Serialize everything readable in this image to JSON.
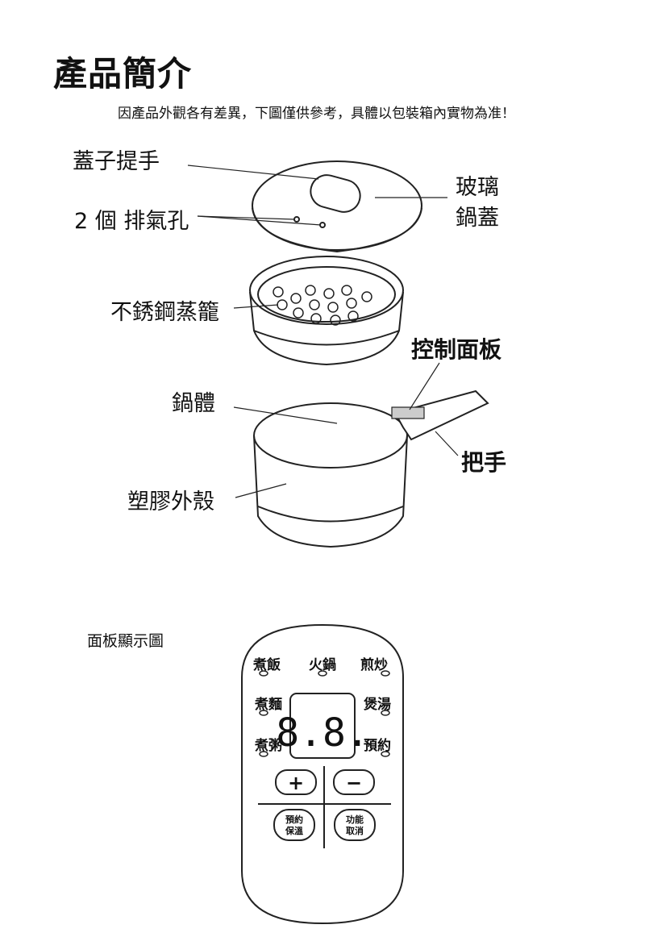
{
  "title": "產品簡介",
  "subtitle": "因產品外觀各有差異，下圖僅供參考，具體以包裝箱內實物為准！",
  "parts": {
    "lid_handle": "蓋子提手",
    "vent_holes": "2 個 排氣孔",
    "glass_lid_line1": "玻璃",
    "glass_lid_line2": "鍋蓋",
    "steamer": "不銹鋼蒸籠",
    "control_panel": "控制面板",
    "pot_body": "鍋體",
    "handle": "把手",
    "plastic_shell": "塑膠外殼"
  },
  "panel": {
    "heading": "面板顯示圖",
    "modes": {
      "cook_rice": "煮飯",
      "hot_pot": "火鍋",
      "fry": "煎炒",
      "noodles": "煮麵",
      "soup": "煲湯",
      "porridge": "煮粥",
      "reserve": "預約"
    },
    "display": "8.8.",
    "plus": "+",
    "minus": "−",
    "btn_reserve_keepwarm_1": "預約",
    "btn_reserve_keepwarm_2": "保溫",
    "btn_function_cancel_1": "功能",
    "btn_function_cancel_2": "取消"
  }
}
